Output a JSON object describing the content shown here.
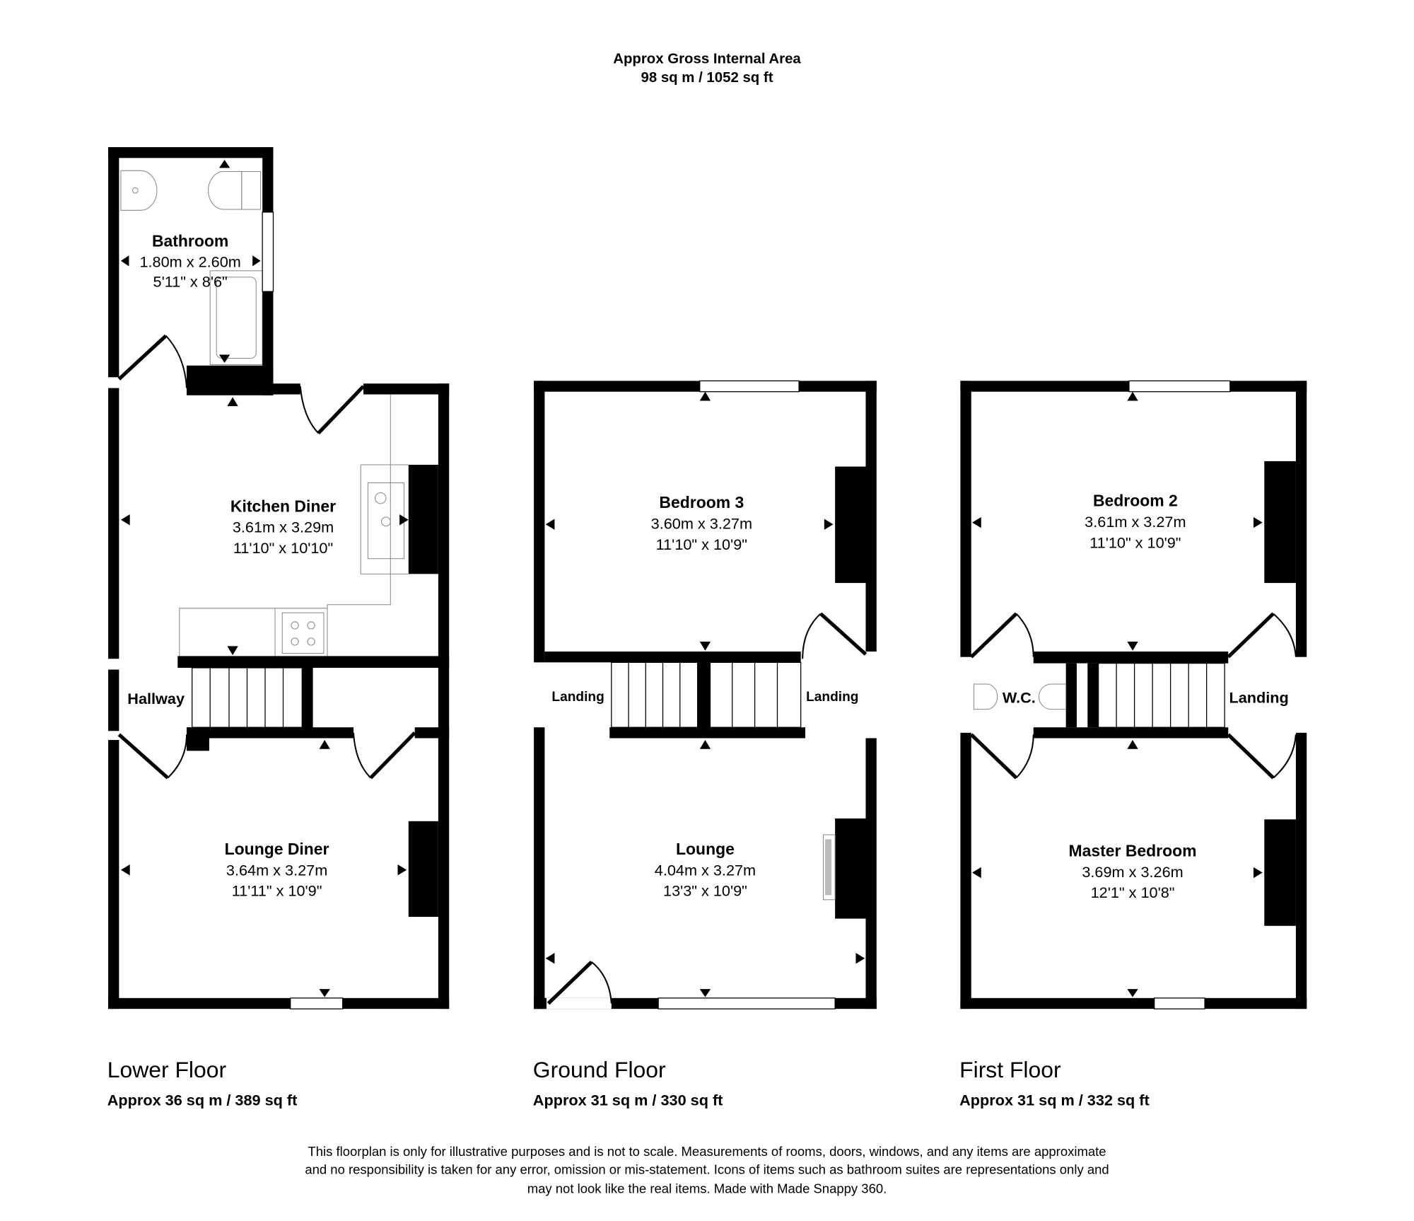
{
  "header": {
    "title": "Approx Gross Internal Area",
    "area": "98 sq m / 1052 sq ft"
  },
  "floors": [
    {
      "name": "Lower Floor",
      "area": "Approx 36 sq m / 389 sq ft",
      "rooms": [
        {
          "name": "Bathroom",
          "metric": "1.80m x 2.60m",
          "imperial": "5'11\" x 8'6\""
        },
        {
          "name": "Kitchen Diner",
          "metric": "3.61m x 3.29m",
          "imperial": "11'10\" x 10'10\""
        },
        {
          "name": "Hallway"
        },
        {
          "name": "Lounge Diner",
          "metric": "3.64m x 3.27m",
          "imperial": "11'11\" x 10'9\""
        }
      ]
    },
    {
      "name": "Ground Floor",
      "area": "Approx 31 sq m / 330 sq ft",
      "rooms": [
        {
          "name": "Bedroom 3",
          "metric": "3.60m x 3.27m",
          "imperial": "11'10\" x 10'9\""
        },
        {
          "name": "Landing"
        },
        {
          "name": "Landing"
        },
        {
          "name": "Lounge",
          "metric": "4.04m x 3.27m",
          "imperial": "13'3\" x 10'9\""
        }
      ]
    },
    {
      "name": "First Floor",
      "area": "Approx 31 sq m / 332 sq ft",
      "rooms": [
        {
          "name": "Bedroom 2",
          "metric": "3.61m x 3.27m",
          "imperial": "11'10\" x 10'9\""
        },
        {
          "name": "W.C."
        },
        {
          "name": "Landing"
        },
        {
          "name": "Master Bedroom",
          "metric": "3.69m x 3.26m",
          "imperial": "12'1\" x 10'8\""
        }
      ]
    }
  ],
  "disclaimer": [
    "This floorplan is only for illustrative purposes and is not to scale. Measurements of rooms, doors, windows, and any items are approximate",
    "and no responsibility is taken for any error, omission or mis-statement. Icons of items such as bathroom suites are representations only and",
    "may not look like the real items. Made with Made Snappy 360."
  ]
}
